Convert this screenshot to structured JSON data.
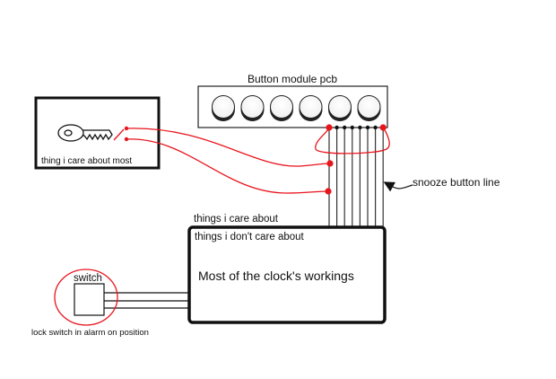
{
  "diagram": {
    "module_title": "Button module pcb",
    "button_count": 6,
    "pin_count": 8,
    "key_box_label": "thing i care about most",
    "care_label": "things i care about",
    "dont_care_label": "things i don't care about",
    "main_box_label": "Most of the clock's workings",
    "switch_label": "switch",
    "switch_caption": "lock switch in alarm on position",
    "snooze_label": "snooze button line",
    "colors": {
      "wire_red": "#e8141c",
      "line_black": "#111111",
      "background": "#ffffff"
    }
  }
}
